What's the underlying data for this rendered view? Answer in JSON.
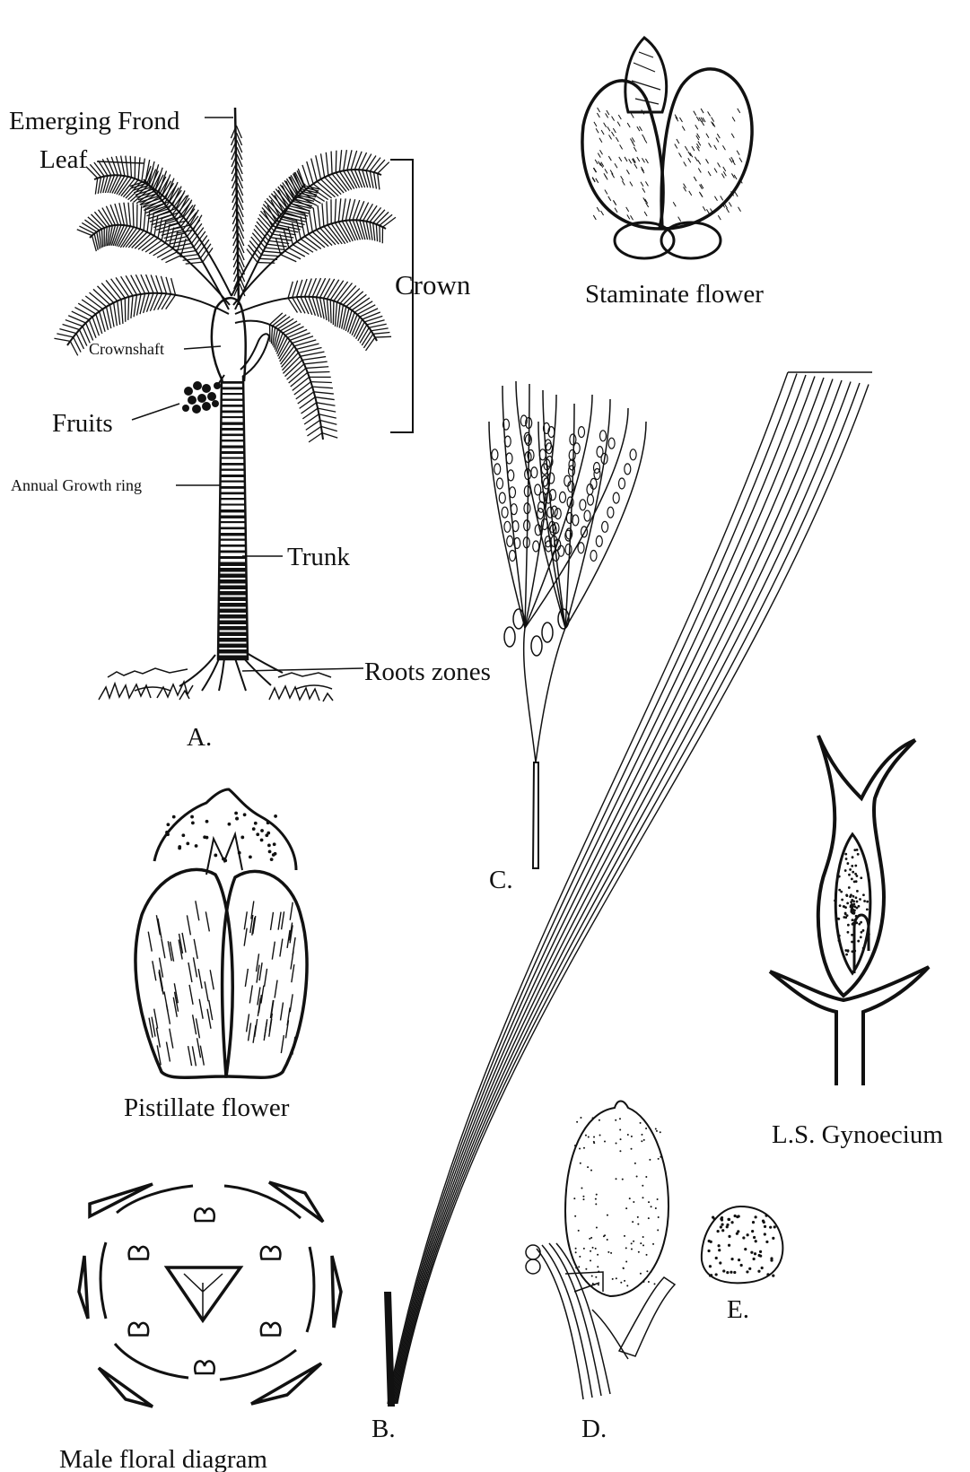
{
  "figure": {
    "panel_a": {
      "letter": "A.",
      "labels": {
        "emerging_frond": "Emerging Frond",
        "leaf": "Leaf",
        "crown": "Crown",
        "crownshaft": "Crownshaft",
        "fruits": "Fruits",
        "annual_growth_ring": "Annual Growth ring",
        "trunk": "Trunk",
        "roots_zones": "Roots zones"
      }
    },
    "panel_b": {
      "letter": "B."
    },
    "panel_c": {
      "letter": "C."
    },
    "panel_d": {
      "letter": "D."
    },
    "panel_e": {
      "letter": "E."
    },
    "staminate_flower": {
      "caption": "Staminate flower"
    },
    "pistillate_flower": {
      "caption": "Pistillate flower"
    },
    "ls_gynoecium": {
      "caption": "L.S. Gynoecium"
    },
    "male_floral_diagram": {
      "caption": "Male floral diagram"
    }
  }
}
